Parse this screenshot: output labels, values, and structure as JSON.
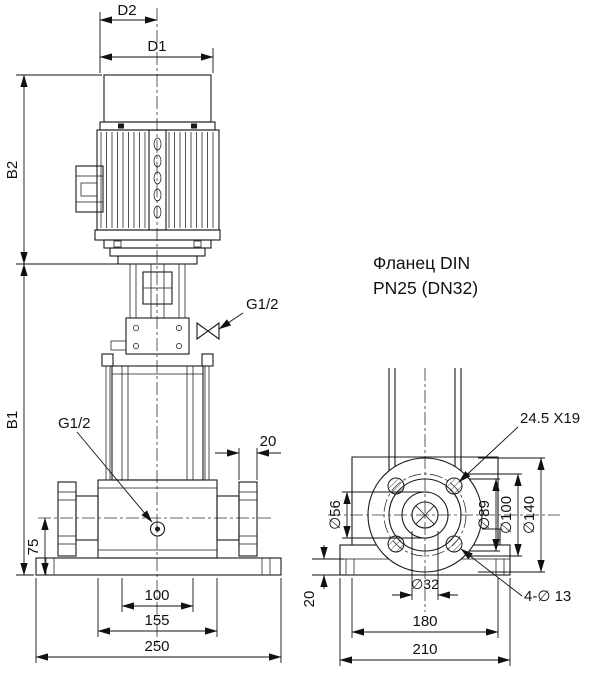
{
  "note": {
    "line1": "Фланец DIN",
    "line2": "PN25 (DN32)"
  },
  "front_view": {
    "d2": "D2",
    "d1": "D1",
    "b2": "B2",
    "b1": "B1",
    "vent_port": "G1/2",
    "drain_port": "G1/2",
    "flange_thickness": "20",
    "port_height": "75",
    "bolt_spacing": "100",
    "casing_width": "155",
    "base_width": "250"
  },
  "flange_view": {
    "slot_dim": "24.5 X19",
    "hub_dia": "∅56",
    "raised_face_dia": "∅89",
    "bolt_circle_dia": "∅100",
    "flange_dia": "∅140",
    "bore_dia": "∅32",
    "pad_height": "20",
    "bolt_holes": "4-∅ 13",
    "bracket_width": "180",
    "base_width": "210"
  }
}
